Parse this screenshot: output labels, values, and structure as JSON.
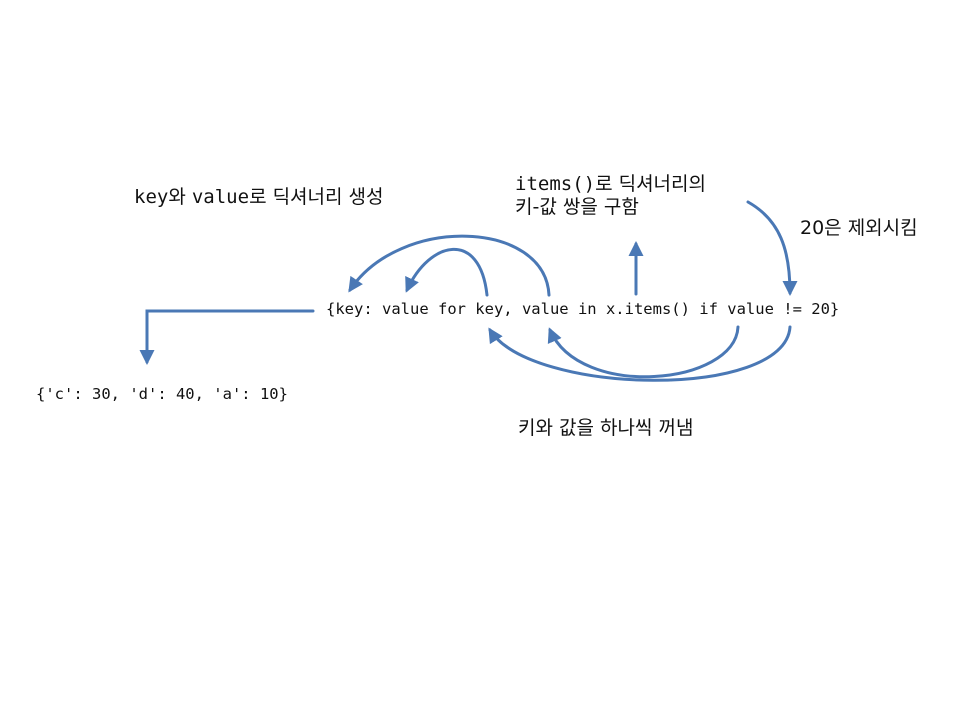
{
  "code": {
    "comprehension": "{key: value for key, value in x.items() if value != 20}",
    "result": "{'c': 30, 'd': 40, 'a': 10}"
  },
  "captions": {
    "create_dict_prefix": "key",
    "create_dict_mid": "와 ",
    "create_dict_mono": "value",
    "create_dict_suffix": "로 딕셔너리 생성",
    "items_line1_mono": "items()",
    "items_line1_suffix": "로 딕셔너리의",
    "items_line2": "키-값 쌍을 구함",
    "exclude_20": "20은 제외시킴",
    "extract_pairs": "키와 값을 하나씩 꺼냄"
  },
  "colors": {
    "arrow": "#4a78b5",
    "text": "#111111",
    "background": "#ffffff"
  }
}
